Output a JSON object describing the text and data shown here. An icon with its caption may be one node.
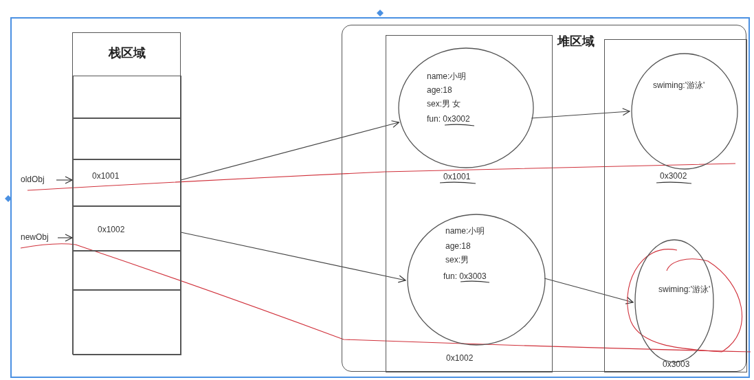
{
  "diagram": {
    "nodes": [
      {
        "text": [
          "oldObj"
        ]
      },
      {
        "text": [
          "newObj"
        ]
      },
      {
        "text": [
          "栈区域"
        ]
      },
      {
        "text": [],
        "shape": "box",
        "in": 2
      },
      {
        "text": [],
        "shape": "box",
        "in": 2
      },
      {
        "text": [
          "0x1001"
        ],
        "in": 2
      },
      {
        "text": [
          "0x1002"
        ],
        "in": 2
      },
      {
        "text": [],
        "shape": "box",
        "in": 2
      },
      {
        "text": [],
        "shape": "box",
        "in": 2
      },
      {
        "text": [
          "堆区域"
        ]
      },
      {
        "text": [],
        "shape": "box",
        "in": 9
      },
      {
        "text": [],
        "shape": "box",
        "in": 9
      },
      {
        "text": [
          "name:小明",
          "age:18",
          "sex:男 女",
          "fun: 0x3002"
        ],
        "beside": [
          "0x1001"
        ],
        "in": 10
      },
      {
        "text": [
          "swiming:'游泳'"
        ],
        "beside": [
          "0x3002"
        ],
        "in": 11
      },
      {
        "text": [
          "name:小明",
          "age:18",
          "sex:男",
          "fun: 0x3003"
        ],
        "beside": [
          "0x1002"
        ],
        "in": 10
      },
      {
        "text": [
          "swiming:'游泳'"
        ],
        "beside": [
          "0x3003"
        ],
        "in": 11
      }
    ],
    "edges": [
      {
        "from": 0,
        "to": 5,
        "arrow": "to"
      },
      {
        "from": 1,
        "to": 6,
        "arrow": "to"
      },
      {
        "from": 5,
        "to": 12,
        "arrow": "to"
      },
      {
        "from": 6,
        "to": 14,
        "arrow": "to"
      },
      {
        "from": 12,
        "to": 13,
        "arrow": "to"
      },
      {
        "from": 14,
        "to": 15,
        "arrow": "to"
      }
    ]
  }
}
